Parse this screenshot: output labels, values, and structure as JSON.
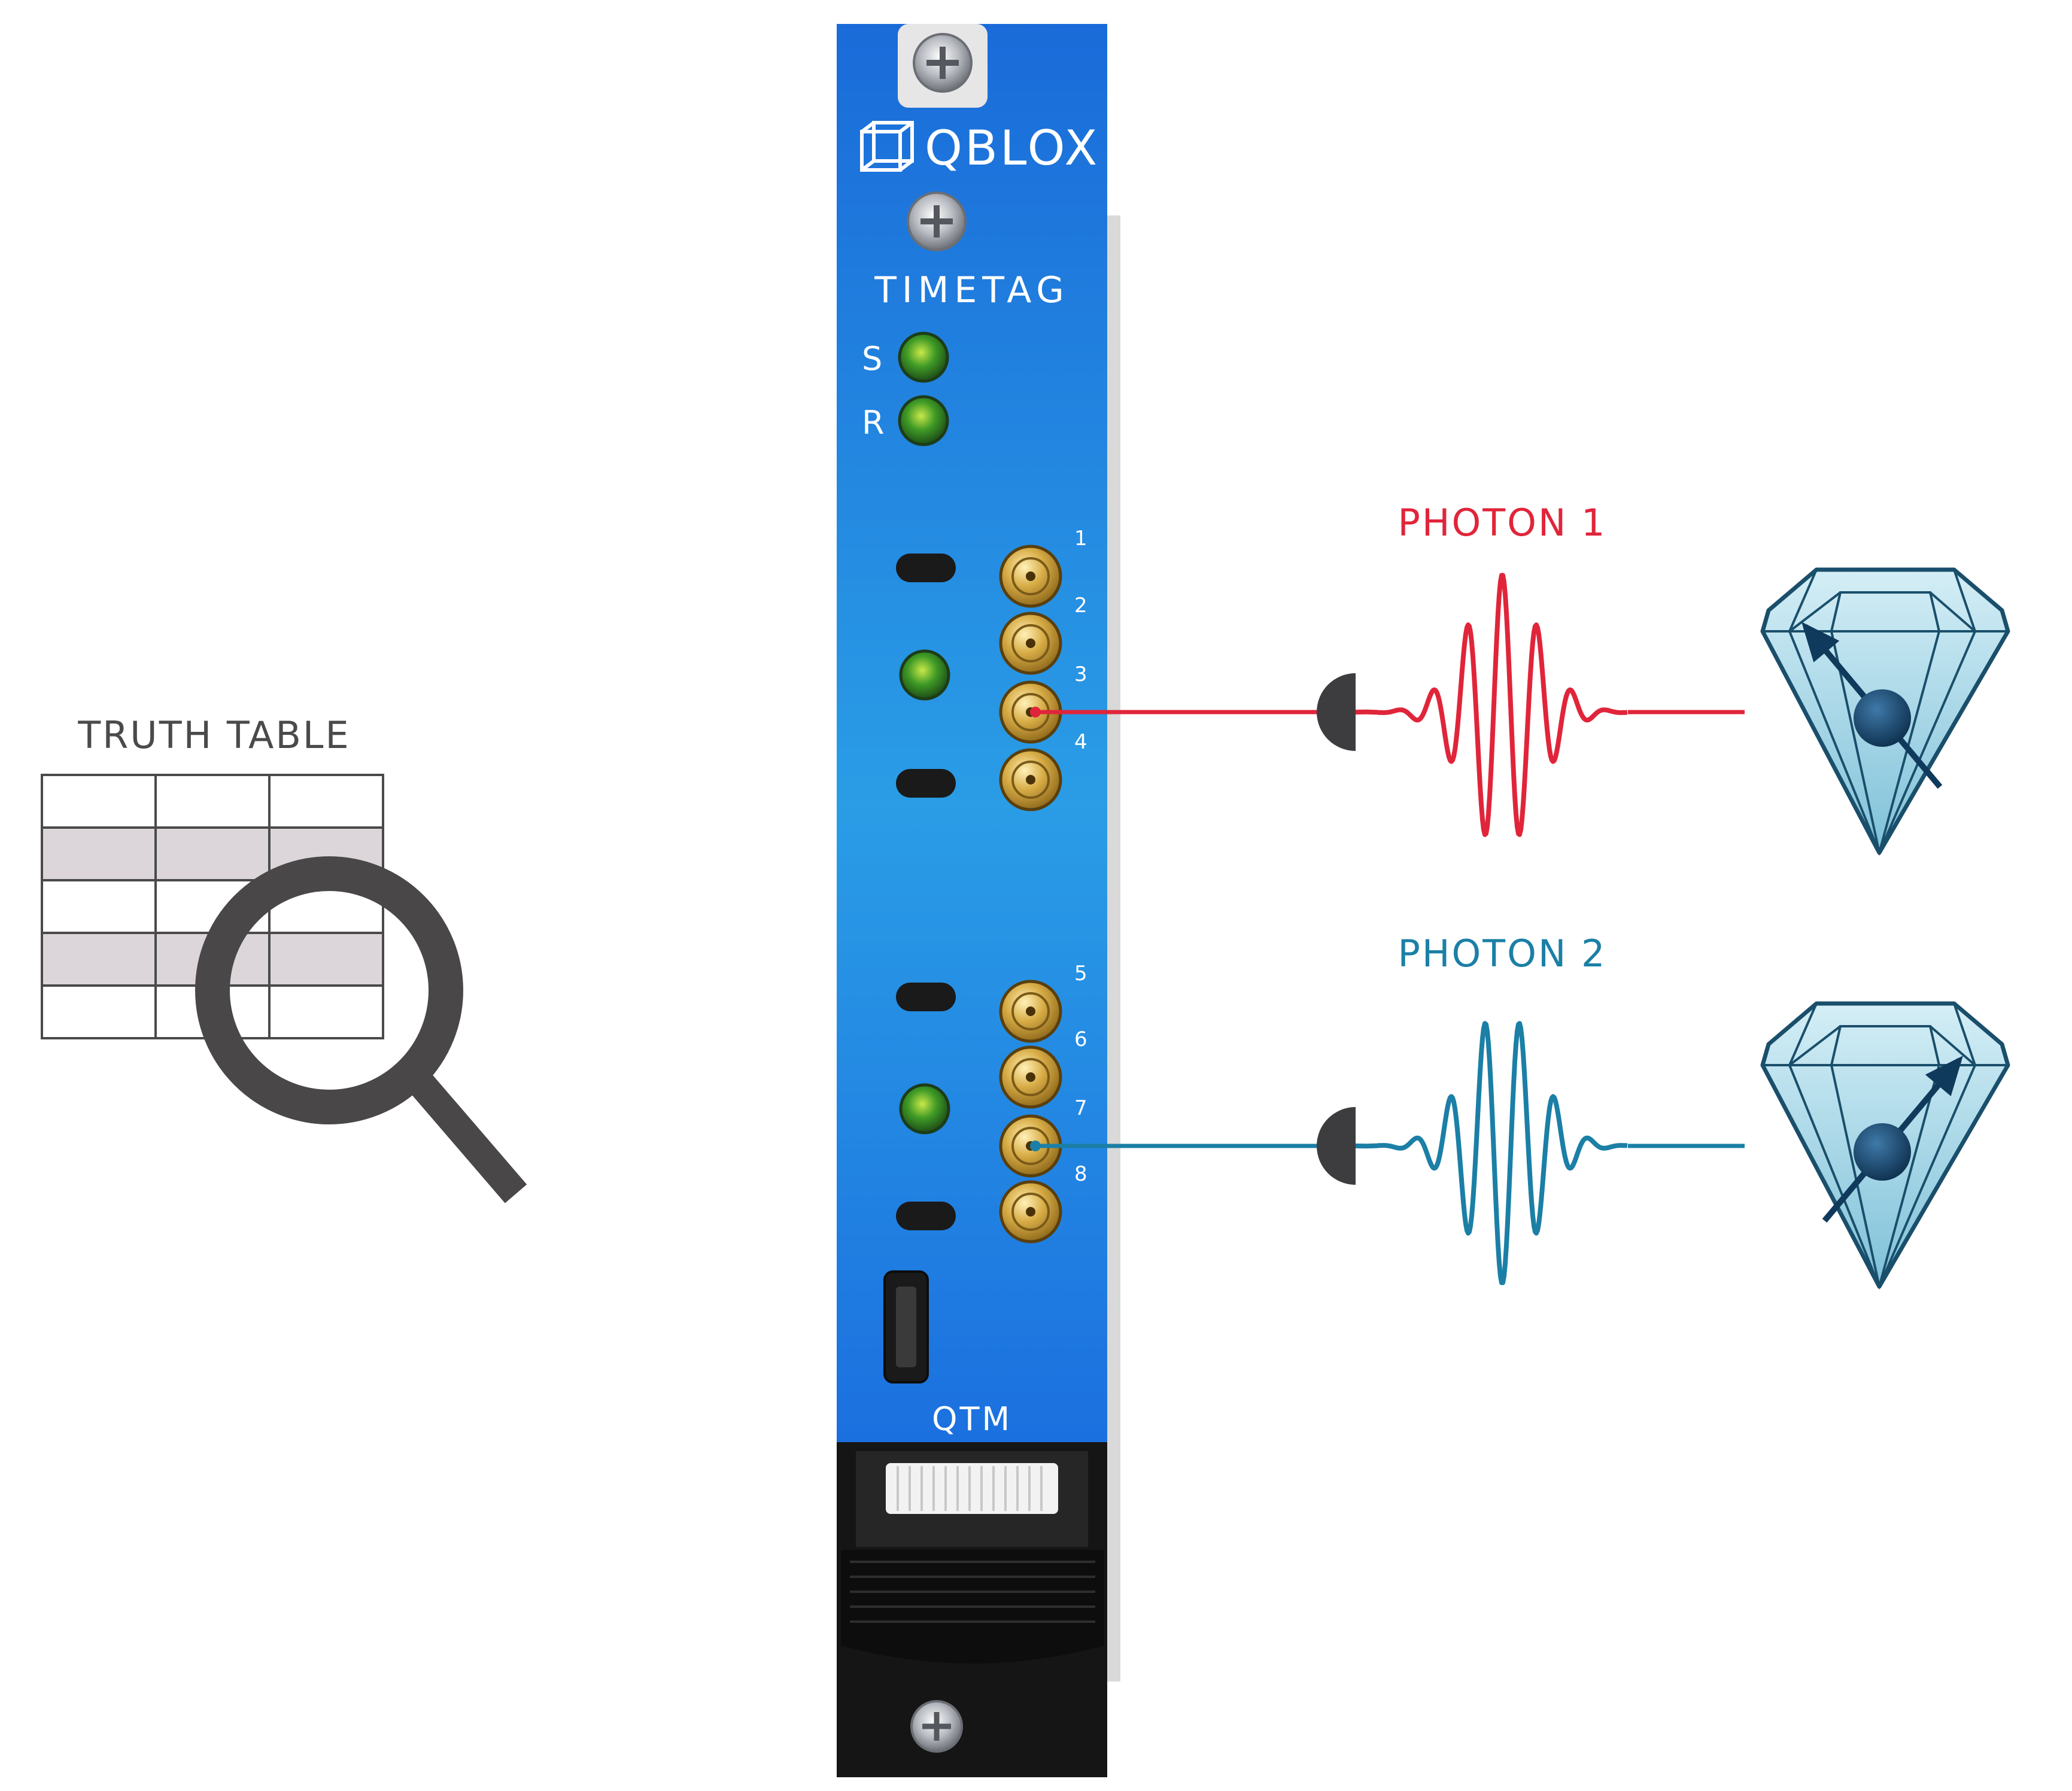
{
  "truth_table": {
    "title": "TRUTH TABLE",
    "rows": 5,
    "cols": 3,
    "shaded_rows": [
      1,
      3
    ],
    "icon": "magnifier-icon"
  },
  "module": {
    "brand": "QBLOX",
    "type_label": "TIMETAG",
    "leds": [
      {
        "label": "S"
      },
      {
        "label": "R"
      }
    ],
    "channels": [
      "1",
      "2",
      "3",
      "4",
      "5",
      "6",
      "7",
      "8"
    ],
    "model": "QTM",
    "colors": {
      "panel_top": "#1c6fdc",
      "panel_bottom": "#1c74e2",
      "connector": "#c9a041",
      "led": "#5fbf2a"
    }
  },
  "photons": [
    {
      "label": "PHOTON 1",
      "channel": "3",
      "color": "#e0253a",
      "source_icon": "diamond-qubit-icon",
      "detector_icon": "detector-icon"
    },
    {
      "label": "PHOTON 2",
      "channel": "7",
      "color": "#1b7fa6",
      "source_icon": "diamond-qubit-icon",
      "detector_icon": "detector-icon"
    }
  ],
  "colors": {
    "table_line": "#4a4a4a",
    "table_shade": "#dcd6db",
    "magnifier": "#4a4748",
    "detector": "#3d3d3f",
    "diamond_fill": "#b5e0ee",
    "diamond_stroke": "#1a4f6b",
    "spin": "#0f3a5c"
  }
}
